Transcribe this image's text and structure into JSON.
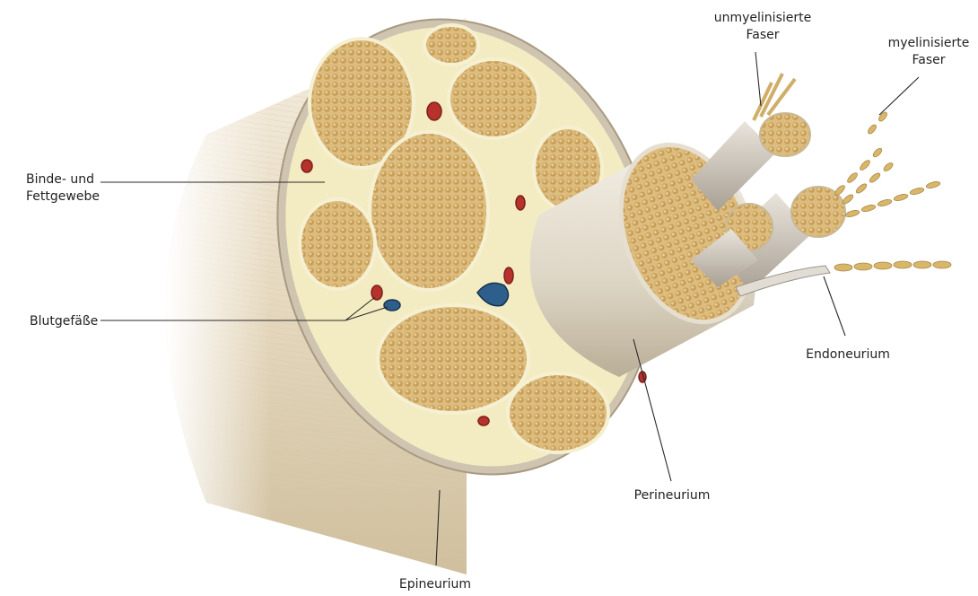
{
  "labels": {
    "unmyelinated_line1": "unmyelinisierte",
    "unmyelinated_line2": "Faser",
    "myelinated_line1": "myelinisierte",
    "myelinated_line2": "Faser",
    "connective_line1": "Binde- und",
    "connective_line2": "Fettgewebe",
    "vessels": "Blutgefäße",
    "endoneurium": "Endoneurium",
    "perineurium": "Perineurium",
    "epineurium": "Epineurium"
  },
  "colors": {
    "epineurium": "#e8dcc4",
    "epineurium_shadow": "#c9b99a",
    "connective_tissue": "#f3ecc2",
    "fascicle": "#d9b877",
    "fascicle_dot": "#c79a4f",
    "perineurium_sheath": "#e9e3d6",
    "artery": "#b8322c",
    "vein": "#2e5f8c",
    "myelin": "#d8b66a"
  }
}
